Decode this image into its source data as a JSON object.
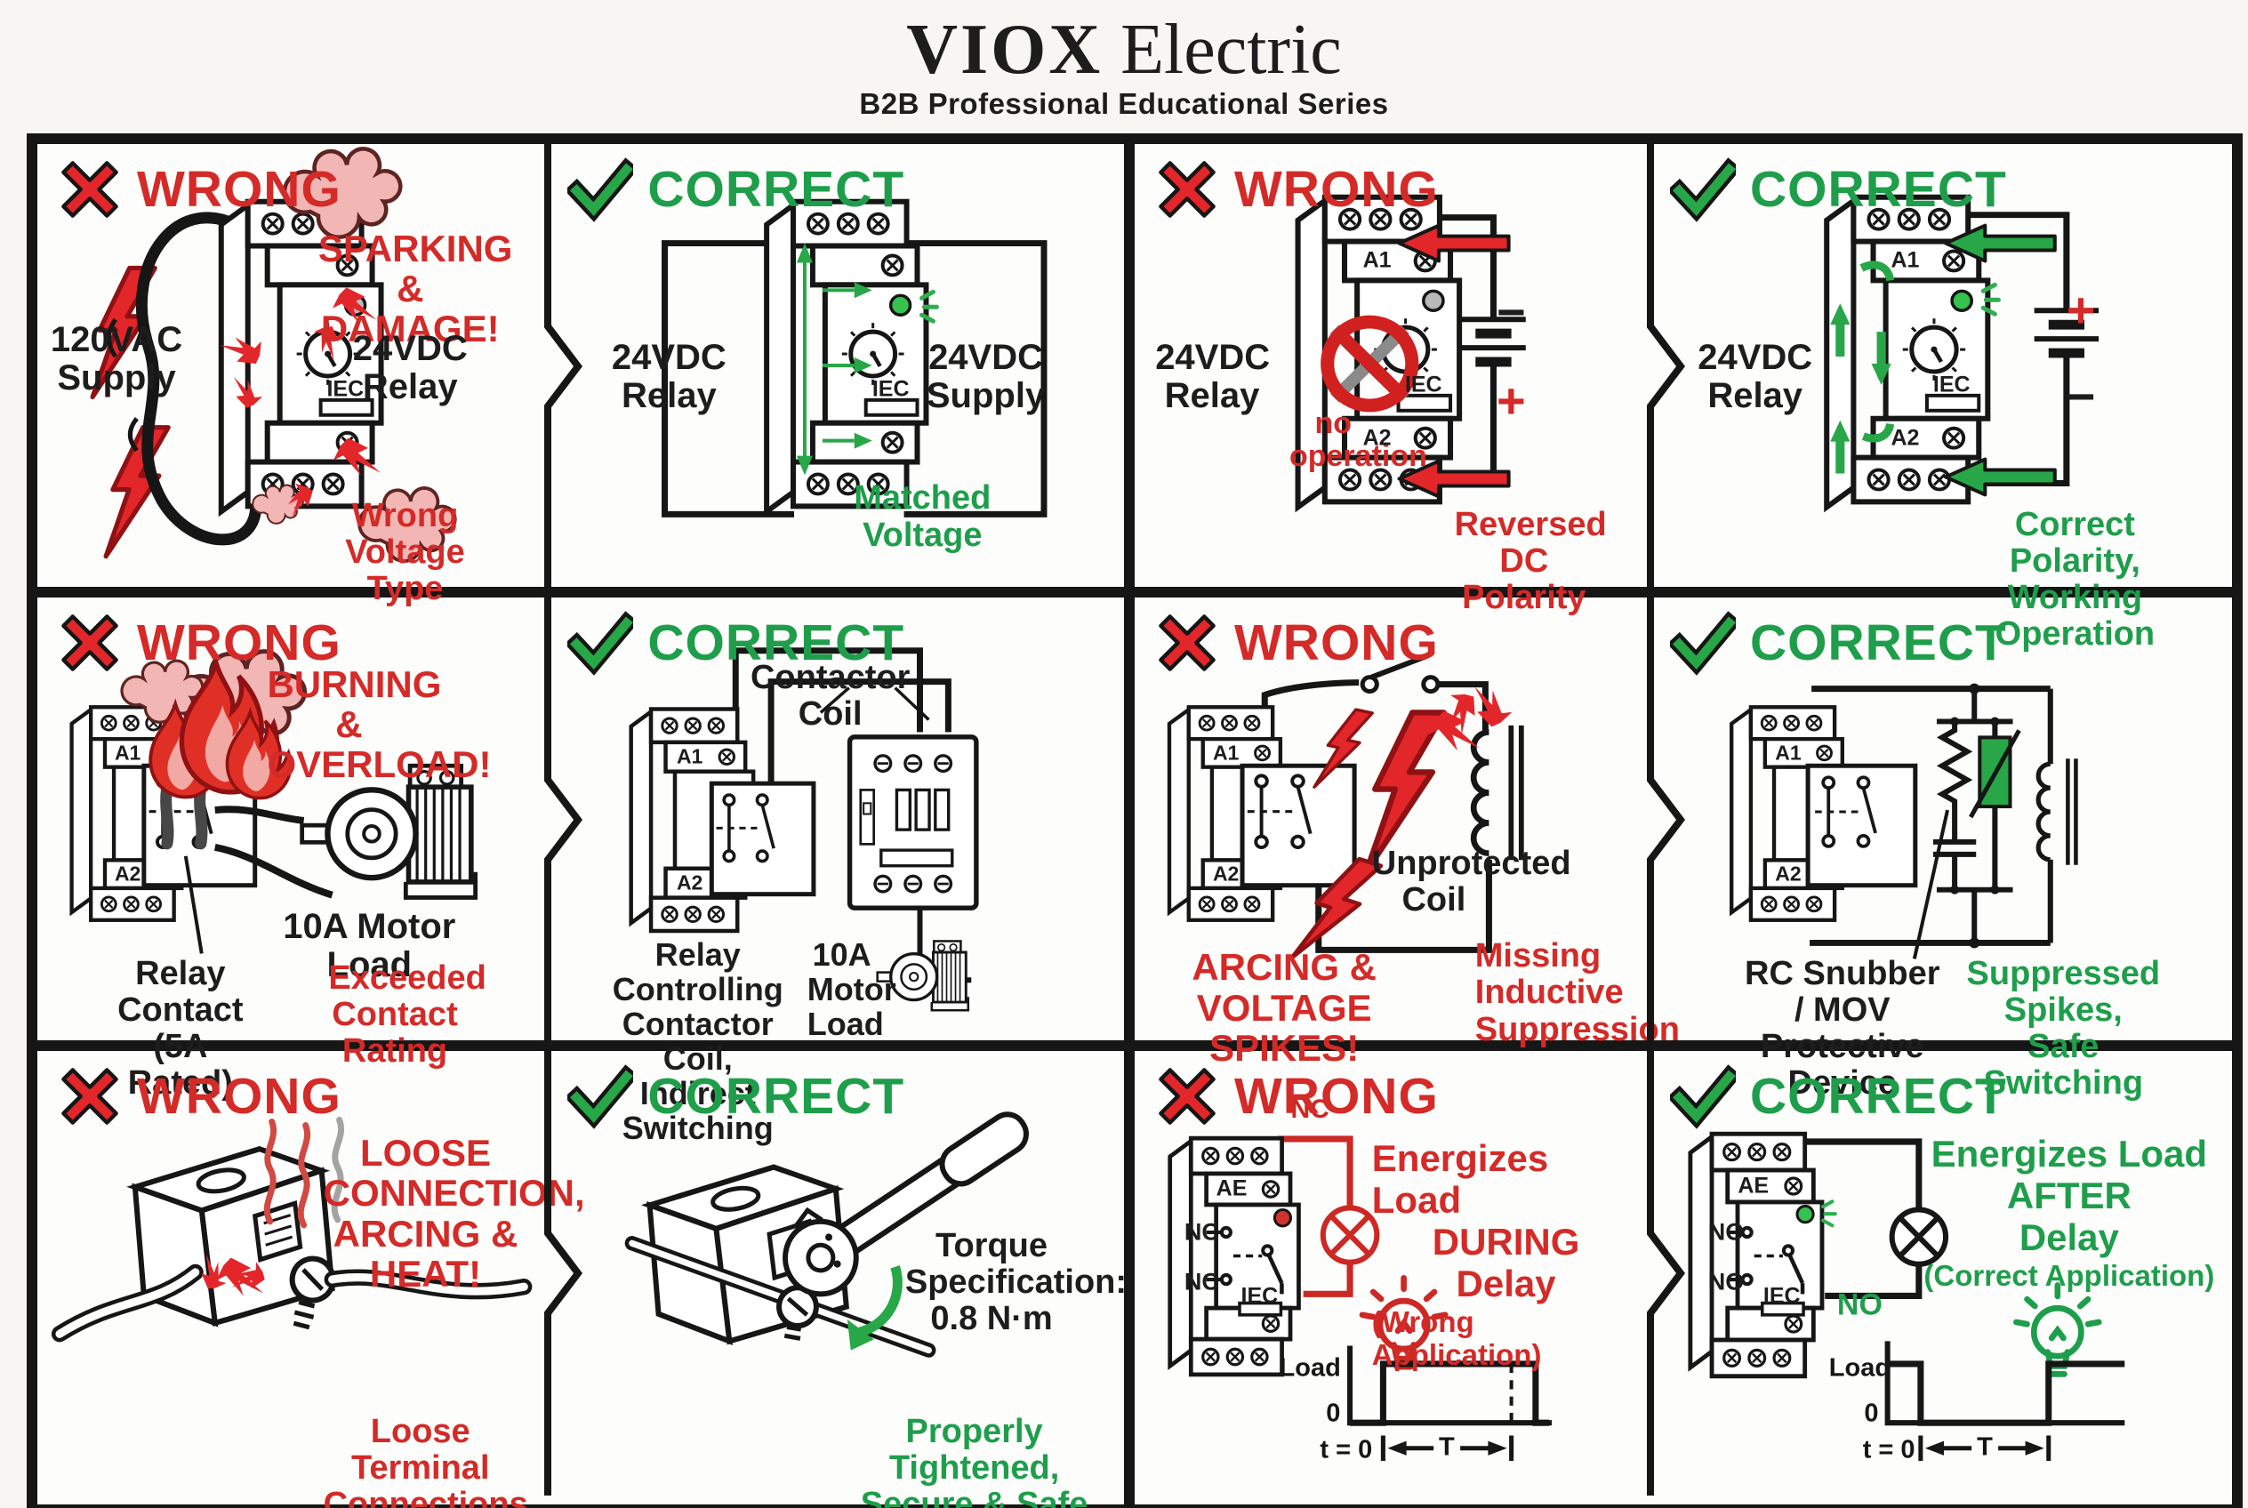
{
  "header": {
    "brand_primary": "VIOX",
    "brand_secondary": "Electric",
    "subtitle": "B2B Professional Educational Series"
  },
  "badges": {
    "wrong": "WRONG",
    "correct": "CORRECT"
  },
  "device": {
    "iec": "IEC",
    "a1": "A1",
    "a2": "A2",
    "ae": "AE"
  },
  "panels": {
    "voltage_wrong": {
      "supply": "120VAC Supply",
      "warning": "SPARKING & DAMAGE!",
      "relay": "24VDC Relay",
      "caption": "Wrong Voltage Type"
    },
    "voltage_correct": {
      "relay": "24VDC Relay",
      "supply": "24VDC Supply",
      "caption": "Matched Voltage"
    },
    "polarity_wrong": {
      "relay": "24VDC Relay",
      "no_operation": "no operation",
      "minus": "−",
      "plus": "+",
      "caption": "Reversed DC Polarity"
    },
    "polarity_correct": {
      "relay": "24VDC Relay",
      "plus": "+",
      "minus": "−",
      "caption": "Correct Polarity, Working Operation"
    },
    "rating_wrong": {
      "warning": "BURNING & OVERLOAD!",
      "motor": "10A Motor Load",
      "contact": "Relay Contact (5A Rated)",
      "caption": "Exceeded Contact Rating"
    },
    "rating_correct": {
      "coil": "Contactor Coil",
      "desc": "Relay Controlling Contactor Coil, Indirect Switching",
      "motor": "10A Motor Load"
    },
    "suppression_wrong": {
      "warning": "ARCING & VOLTAGE SPIKES!",
      "coil": "Unprotected Coil",
      "caption": "Missing Inductive Suppression"
    },
    "suppression_correct": {
      "device": "RC Snubber / MOV Protective Device",
      "caption": "Suppressed Spikes, Safe Switching"
    },
    "terminal_wrong": {
      "warning": "LOOSE CONNECTION, ARCING & HEAT!",
      "caption": "Loose Terminal Connections"
    },
    "terminal_correct": {
      "torque": "Torque Specification: 0.8 N·m",
      "caption": "Properly Tightened, Secure & Safe"
    },
    "timer_wrong": {
      "wire": "NC",
      "c1": "NC",
      "c2": "NC",
      "headline1": "Energizes Load",
      "headline2": "DURING",
      "headline3": "Delay",
      "subnote": "(Wrong Application)",
      "load": "Load",
      "zero": "0",
      "t0": "t = 0",
      "t": "T"
    },
    "timer_correct": {
      "wire": "NO",
      "c1": "NO",
      "c2": "NO",
      "headline1": "Energizes Load",
      "headline2": "AFTER",
      "headline3": "Delay",
      "subnote": "(Correct Application)",
      "load": "Load",
      "zero": "0",
      "t0": "t = 0",
      "t": "T"
    }
  },
  "colors": {
    "red": "#d42a28",
    "green": "#1e9e4b",
    "black": "#161616",
    "pink": "#f2b6b4"
  }
}
